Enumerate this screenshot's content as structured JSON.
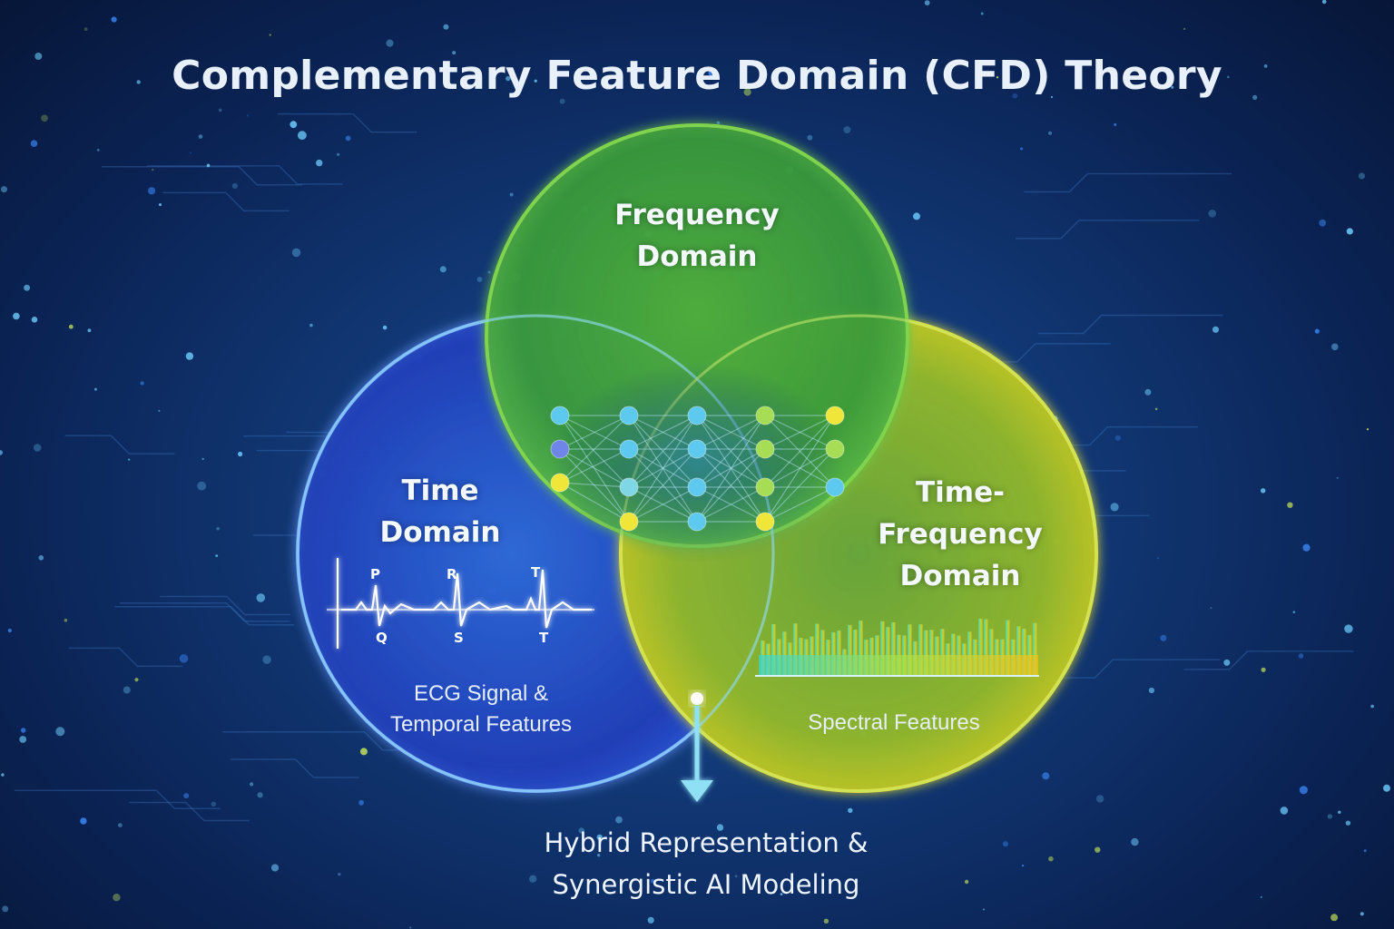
{
  "title": "Complementary Feature Domain (CFD) Theory",
  "domains": {
    "frequency": {
      "label": "Frequency\nDomain",
      "color": "#6bc33a"
    },
    "time": {
      "label": "Time\nDomain",
      "color": "#2f5fe0",
      "caption": "ECG Signal &\nTemporal Features"
    },
    "time_frequency": {
      "label": "Time-\nFrequency\nDomain",
      "color": "#e3d41e",
      "caption": "Spectral Features"
    }
  },
  "ecg_markers": {
    "p": "P",
    "r": "R",
    "t": "T",
    "q": "Q",
    "s": "S",
    "t2": "T"
  },
  "output": "Hybrid Representation &\nSynergistic AI Modeling",
  "colors": {
    "background": "#0f3272",
    "accent_cyan": "#7fe3f5",
    "node_yellow": "#f0e63a",
    "node_green": "#a7dc55"
  },
  "icons": [
    "neural-network-icon",
    "ecg-waveform-icon",
    "spectrogram-icon",
    "arrow-down-icon"
  ]
}
